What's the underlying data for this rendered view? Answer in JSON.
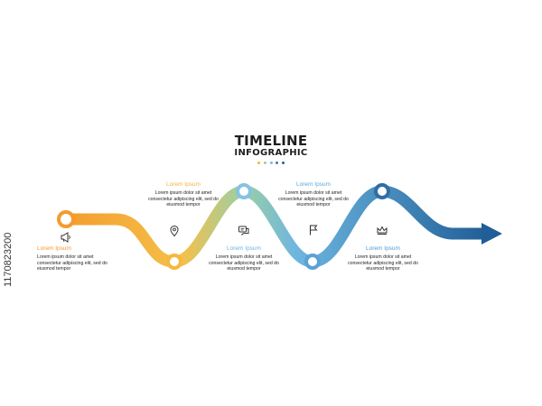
{
  "header": {
    "title": "TIMELINE",
    "subtitle": "INFOGRAPHIC",
    "dot_colors": [
      "#f4b63c",
      "#9ec99c",
      "#79b9de",
      "#3d7bb0",
      "#2d5f93"
    ]
  },
  "steps": [
    {
      "heading": "Lorem Ipsum",
      "body": "Lorem ipsum dolor sit amet consectetur adipiscing elit, sed do eiusmod tempor",
      "color": "#f29a2e",
      "icon": "megaphone-icon"
    },
    {
      "heading": "Lorem Ipsum",
      "body": "Lorem ipsum dolor sit amet consectetur adipiscing elit, sed do eiusmod tempor",
      "color": "#f3b43a",
      "icon": "location-pin-icon"
    },
    {
      "heading": "Lorem Ipsum",
      "body": "Lorem ipsum dolor sit amet consectetur adipiscing elit, sed do eiusmod tempor",
      "color": "#6fb3e0",
      "icon": "chat-bubbles-icon"
    },
    {
      "heading": "Lorem Ipsum",
      "body": "Lorem ipsum dolor sit amet consectetur adipiscing elit, sed do eiusmod tempor",
      "color": "#5aa7df",
      "icon": "flag-icon"
    },
    {
      "heading": "Lorem Ipsum",
      "body": "Lorem ipsum dolor sit amet consectetur adipiscing elit, sed do eiusmod tempor",
      "color": "#4f9ad3",
      "icon": "crown-icon"
    }
  ],
  "stock_id": "1170823200",
  "path_colors": {
    "start": "#f39c2c",
    "mid1": "#f5c04a",
    "mid2": "#9ccfa2",
    "mid3": "#6eb6e0",
    "end": "#1f5e96"
  }
}
